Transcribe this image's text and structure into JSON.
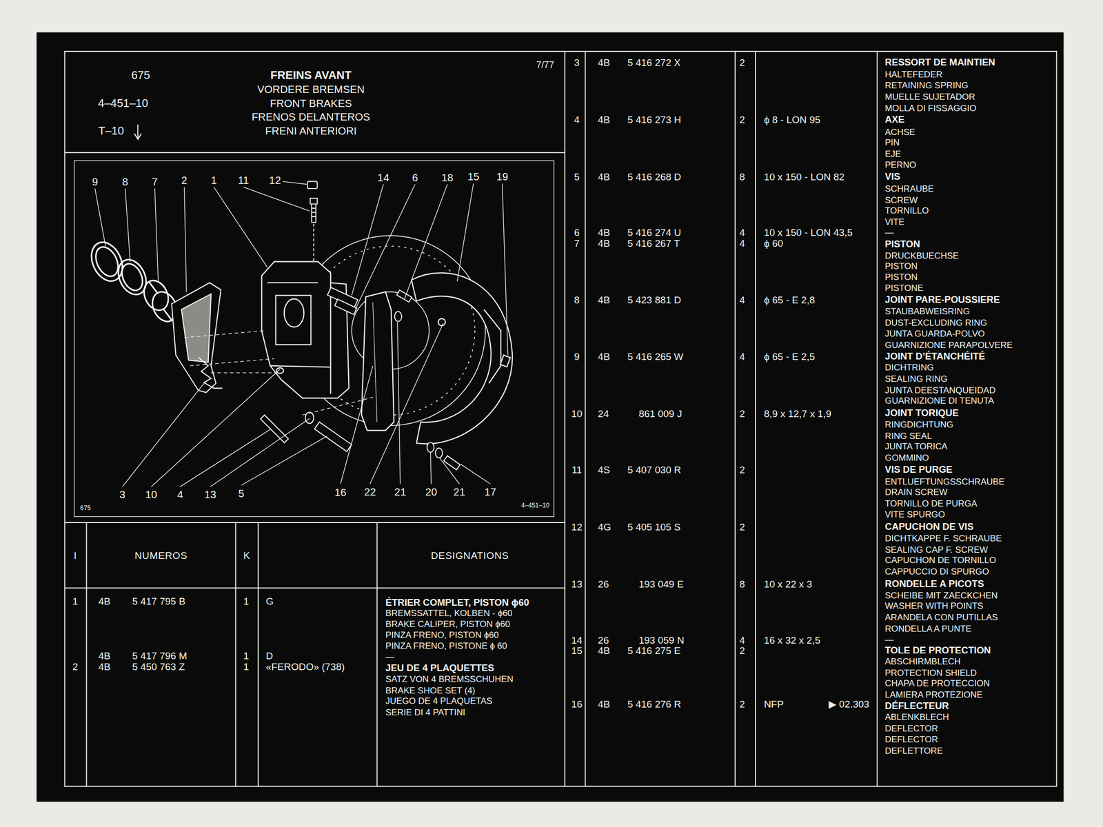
{
  "diagram": {
    "nodes": [
      {
        "text": [
          "675",
          "4–451–10",
          "T–10",
          "FREINS AVANT",
          "VORDERE BREMSEN",
          "FRONT BRAKES",
          "FRENOS DELANTEROS",
          "FRENI ANTERIORI",
          "7/77"
        ]
      },
      {
        "text": [
          "675",
          "4–451–10"
        ]
      }
    ],
    "labels": [
      "9",
      "8",
      "7",
      "2",
      "1",
      "11",
      "12",
      "14",
      "6",
      "18",
      "15",
      "19",
      "3",
      "10",
      "4",
      "13",
      "5",
      "16",
      "22",
      "21",
      "20",
      "21",
      "17",
      "I",
      "NUMEROS",
      "K",
      "DESIGNATIONS",
      "1",
      "4B",
      "5 417 795 B",
      "1",
      "G",
      "ÉTRIER COMPLET, PISTON ϕ60",
      "BREMSSATTEL, KOLBEN - ϕ60",
      "BRAKE CALIPER, PISTON ϕ60",
      "PINZA FRENO, PISTON ϕ60",
      "PINZA FRENO, PISTONE ϕ 60",
      "4B",
      "5 417 796 M",
      "1",
      "D",
      "—",
      "2",
      "4B",
      "5 450 763 Z",
      "1",
      "«FERODO» (738)",
      "JEU DE 4 PLAQUETTES",
      "SATZ VON 4 BREMSSCHUHEN",
      "BRAKE SHOE SET (4)",
      "JUEGO DE 4 PLAQUETAS",
      "SERIE DI 4 PATTINI",
      "3",
      "4B",
      "5 416 272 X",
      "2",
      "4",
      "4B",
      "5 416 273 H",
      "2",
      "ϕ 8 - LON 95",
      "5",
      "4B",
      "5 416 268 D",
      "8",
      "10 x 150 - LON 82",
      "6",
      "4B",
      "5 416 274 U",
      "4",
      "10 x 150 - LON 43,5",
      "7",
      "4B",
      "5 416 267 T",
      "4",
      "ϕ 60",
      "8",
      "4B",
      "5 423 881 D",
      "4",
      "ϕ 65 - E 2,8",
      "9",
      "4B",
      "5 416 265 W",
      "4",
      "ϕ 65 - E 2,5",
      "10",
      "24",
      "861 009 J",
      "2",
      "8,9 x 12,7 x 1,9",
      "11",
      "4S",
      "5 407 030 R",
      "2",
      "12",
      "4G",
      "5 405 105 S",
      "2",
      "13",
      "26",
      "193 049 E",
      "8",
      "10 x 22 x 3",
      "14",
      "26",
      "193 059 N",
      "4",
      "16 x 32 x 2,5",
      "15",
      "4B",
      "5 416 275 E",
      "2",
      "16",
      "4B",
      "5 416 276 R",
      "2",
      "NFP",
      "▶ 02.303",
      "RESSORT DE MAINTIEN",
      "HALTEFEDER",
      "RETAINING SPRING",
      "MUELLE SUJETADOR",
      "MOLLA DI FISSAGGIO",
      "AXE",
      "ACHSE",
      "PIN",
      "EJE",
      "PERNO",
      "VIS",
      "SCHRAUBE",
      "SCREW",
      "TORNILLO",
      "VITE",
      "—",
      "PISTON",
      "DRUCKBUECHSE",
      "PISTON",
      "PISTON",
      "PISTONE",
      "JOINT PARE-POUSSIERE",
      "STAUBABWEISRING",
      "DUST-EXCLUDING RING",
      "JUNTA GUARDA-POLVO",
      "GUARNIZIONE PARAPOLVERE",
      "JOINT D’ÉTANCHÉITÉ",
      "DICHTRING",
      "SEALING RING",
      "JUNTA DEESTANQUEIDAD",
      "GUARNIZIONE DI TENUTA",
      "JOINT TORIQUE",
      "RINGDICHTUNG",
      "RING SEAL",
      "JUNTA TORICA",
      "GOMMINO",
      "VIS DE PURGE",
      "ENTLUEFTUNGSSCHRAUBE",
      "DRAIN SCREW",
      "TORNILLO DE PURGA",
      "VITE SPURGO",
      "CAPUCHON DE VIS",
      "DICHTKAPPE F. SCHRAUBE",
      "SEALING CAP F. SCREW",
      "CAPUCHON DE TORNILLO",
      "CAPPUCCIO DI SPURGO",
      "RONDELLE A PICOTS",
      "SCHEIBE MIT ZAECKCHEN",
      "WASHER WITH POINTS",
      "ARANDELA CON PUTILLAS",
      "RONDELLA A PUNTE",
      "—",
      "TOLE DE PROTECTION",
      "ABSCHIRMBLECH",
      "PROTECTION SHIELD",
      "CHAPA DE PROTECCION",
      "LAMIERA PROTEZIONE",
      "DÉFLECTEUR",
      "ABLENKBLECH",
      "DEFLECTOR",
      "DEFLECTOR",
      "DEFLETTORE"
    ]
  }
}
